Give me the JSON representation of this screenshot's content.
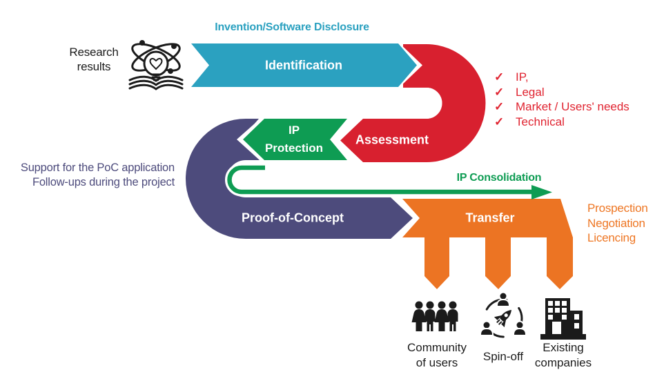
{
  "colors": {
    "teal": "#2BA1C0",
    "red": "#D8202F",
    "green": "#0E9C53",
    "purple": "#4D4B7C",
    "orange": "#EC7423",
    "icon_black": "#1b1b1b"
  },
  "source": {
    "line1": "Research",
    "line2": "results",
    "icon": "lightbulb-book-icon"
  },
  "top_label": "Invention/Software Disclosure",
  "steps": {
    "identification": "Identification",
    "assessment": "Assessment",
    "ip_protection_line1": "IP",
    "ip_protection_line2": "Protection",
    "proof_of_concept": "Proof-of-Concept",
    "transfer": "Transfer"
  },
  "assessment_checklist": {
    "check_glyph": "✓",
    "items": [
      "IP,",
      "Legal",
      "Market / Users' needs",
      "Technical"
    ]
  },
  "poc_note": {
    "line1": "Support for the PoC application",
    "line2": "Follow-ups during the project"
  },
  "ip_consolidation_label": "IP Consolidation",
  "transfer_note": {
    "line1": "Prospection",
    "line2": "Negotiation",
    "line3": "Licencing"
  },
  "destinations": [
    {
      "line1": "Community",
      "line2": "of users",
      "icon": "community-icon"
    },
    {
      "line1": "Spin-off",
      "line2": "",
      "icon": "spinoff-icon"
    },
    {
      "line1": "Existing",
      "line2": "companies",
      "icon": "buildings-icon"
    }
  ]
}
